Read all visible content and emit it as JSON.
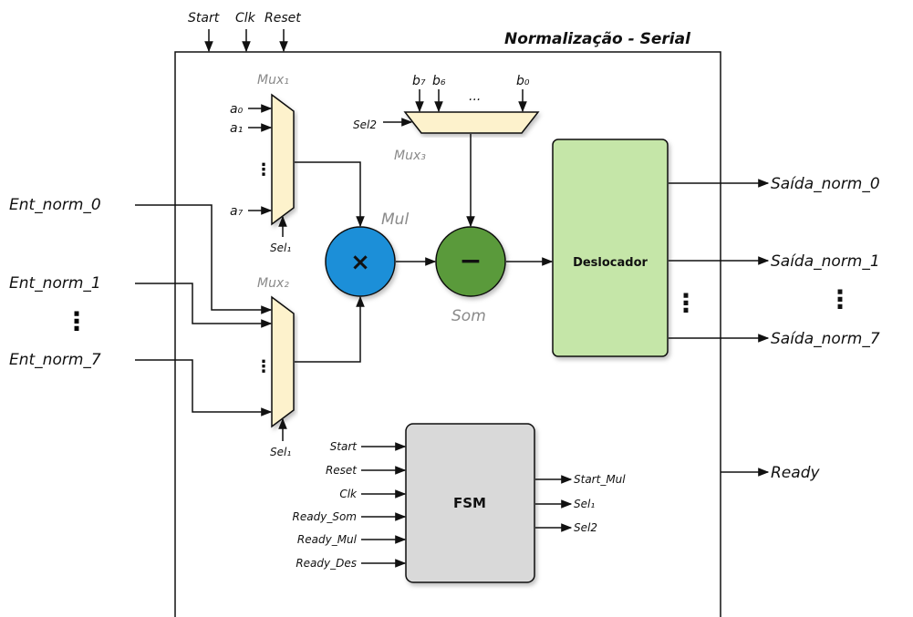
{
  "title": "Normalização - Serial",
  "top_inputs": [
    "Start",
    "Clk",
    "Reset"
  ],
  "left_inputs": [
    "Ent_norm_0",
    "Ent_norm_1",
    "Ent_norm_7"
  ],
  "right_outputs": [
    "Saída_norm_0",
    "Saída_norm_1",
    "Saída_norm_7",
    "Ready"
  ],
  "mux1": {
    "label": "Mux₁",
    "inputs": [
      "a₀",
      "a₁",
      "a₇"
    ],
    "sel": "Sel₁"
  },
  "mux2": {
    "label": "Mux₂",
    "sel": "Sel₁"
  },
  "mux3": {
    "label": "Mux₃",
    "inputs": [
      "b₇",
      "b₆",
      "b₀"
    ],
    "sel": "Sel2"
  },
  "mul": {
    "label": "Mul",
    "symbol": "×"
  },
  "som": {
    "label": "Som",
    "symbol": "−"
  },
  "deslocador": {
    "label": "Deslocador"
  },
  "fsm": {
    "label": "FSM",
    "inputs": [
      "Start",
      "Reset",
      "Clk",
      "Ready_Som",
      "Ready_Mul",
      "Ready_Des"
    ],
    "outputs": [
      "Start_Mul",
      "Sel₁",
      "Sel2"
    ]
  },
  "dots": "⋮",
  "ellipsis": "...",
  "colors": {
    "mux_fill": "#fdf2cc",
    "mul_fill": "#1a8fd8",
    "som_fill": "#5a9a3a",
    "deslocador_fill": "#c5e6a8",
    "fsm_fill": "#d9d9d9",
    "line": "#111111"
  }
}
